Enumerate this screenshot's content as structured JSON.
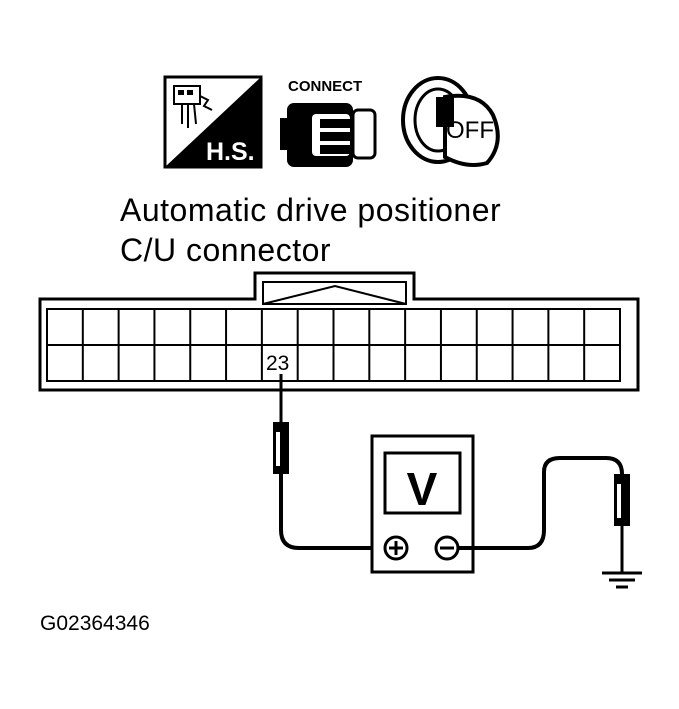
{
  "icons": {
    "harness_label": "H.S.",
    "connect_label": "CONNECT",
    "ignition_label": "OFF"
  },
  "title": {
    "line1": "Automatic drive positioner",
    "line2": "C/U connector"
  },
  "connector": {
    "pin_label": "23"
  },
  "meter": {
    "label": "V",
    "plus_symbol": "+",
    "minus_symbol": "−"
  },
  "figure_code": "G02364346"
}
